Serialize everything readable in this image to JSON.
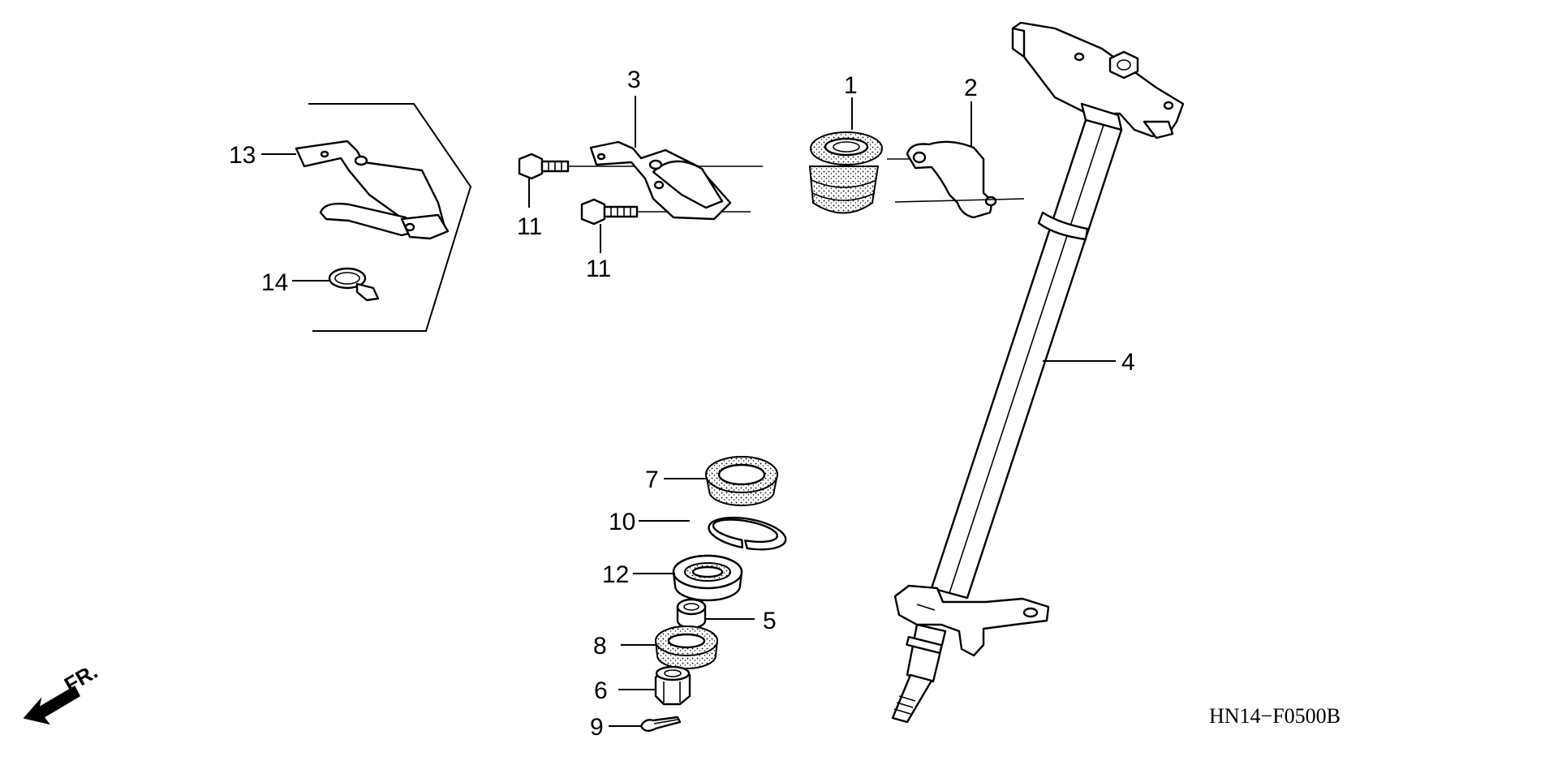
{
  "figure_code": "HN14−F0500B",
  "direction_label": "FR.",
  "callouts": {
    "p1": "1",
    "p2": "2",
    "p3": "3",
    "p4": "4",
    "p5": "5",
    "p6": "6",
    "p7": "7",
    "p8": "8",
    "p9": "9",
    "p10": "10",
    "p11a": "11",
    "p11b": "11",
    "p12": "12",
    "p13": "13",
    "p14": "14"
  }
}
